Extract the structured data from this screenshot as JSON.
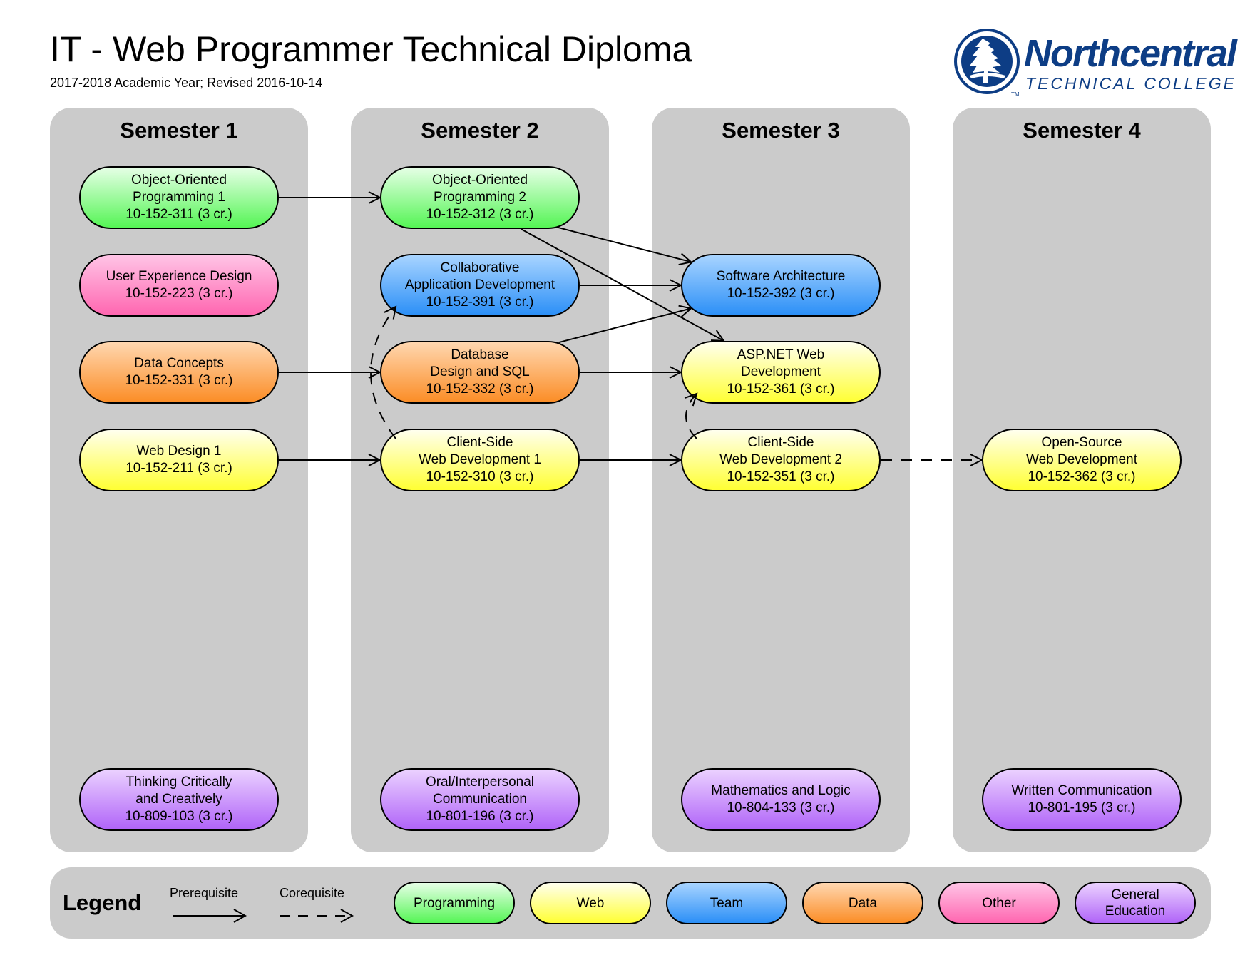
{
  "header": {
    "title": "IT - Web Programmer Technical Diploma",
    "subtitle": "2017-2018 Academic Year; Revised 2016-10-14"
  },
  "logo": {
    "name": "Northcentral",
    "subname": "TECHNICAL COLLEGE",
    "trademark": "TM",
    "color": "#0d3d85"
  },
  "semesters": [
    {
      "label": "Semester 1",
      "courses": [
        {
          "id": "oop1",
          "lines": [
            "Object-Oriented",
            "Programming 1",
            "10-152-311 (3 cr.)"
          ],
          "category": "programming",
          "row": 0
        },
        {
          "id": "uxd",
          "lines": [
            "User Experience Design",
            "10-152-223 (3 cr.)"
          ],
          "category": "other",
          "row": 1
        },
        {
          "id": "datacon",
          "lines": [
            "Data Concepts",
            "10-152-331 (3 cr.)"
          ],
          "category": "data",
          "row": 2
        },
        {
          "id": "webdes1",
          "lines": [
            "Web Design 1",
            "10-152-211 (3 cr.)"
          ],
          "category": "web",
          "row": 3
        },
        {
          "id": "think",
          "lines": [
            "Thinking Critically",
            "and Creatively",
            "10-809-103 (3 cr.)"
          ],
          "category": "gened",
          "row": 4
        }
      ]
    },
    {
      "label": "Semester 2",
      "courses": [
        {
          "id": "oop2",
          "lines": [
            "Object-Oriented",
            "Programming 2",
            "10-152-312 (3 cr.)"
          ],
          "category": "programming",
          "row": 0
        },
        {
          "id": "collab",
          "lines": [
            "Collaborative",
            "Application Development",
            "10-152-391 (3 cr.)"
          ],
          "category": "team",
          "row": 1
        },
        {
          "id": "dbsql",
          "lines": [
            "Database",
            "Design and SQL",
            "10-152-332 (3 cr.)"
          ],
          "category": "data",
          "row": 2
        },
        {
          "id": "csweb1",
          "lines": [
            "Client-Side",
            "Web Development 1",
            "10-152-310 (3 cr.)"
          ],
          "category": "web",
          "row": 3
        },
        {
          "id": "oral",
          "lines": [
            "Oral/Interpersonal",
            "Communication",
            "10-801-196 (3 cr.)"
          ],
          "category": "gened",
          "row": 4
        }
      ]
    },
    {
      "label": "Semester 3",
      "courses": [
        {
          "id": "swarch",
          "lines": [
            "Software Architecture",
            "10-152-392 (3 cr.)"
          ],
          "category": "team",
          "row": 1
        },
        {
          "id": "aspnet",
          "lines": [
            "ASP.NET Web",
            "Development",
            "10-152-361 (3 cr.)"
          ],
          "category": "web",
          "row": 2
        },
        {
          "id": "csweb2",
          "lines": [
            "Client-Side",
            "Web Development 2",
            "10-152-351 (3 cr.)"
          ],
          "category": "web",
          "row": 3
        },
        {
          "id": "math",
          "lines": [
            "Mathematics and Logic",
            "10-804-133 (3 cr.)"
          ],
          "category": "gened",
          "row": 4
        }
      ]
    },
    {
      "label": "Semester 4",
      "courses": [
        {
          "id": "ossweb",
          "lines": [
            "Open-Source",
            "Web Development",
            "10-152-362 (3 cr.)"
          ],
          "category": "web",
          "row": 3
        },
        {
          "id": "written",
          "lines": [
            "Written Communication",
            "10-801-195 (3 cr.)"
          ],
          "category": "gened",
          "row": 4
        }
      ]
    }
  ],
  "relations": [
    {
      "from": "oop1",
      "to": "oop2",
      "type": "prerequisite"
    },
    {
      "from": "datacon",
      "to": "dbsql",
      "type": "prerequisite"
    },
    {
      "from": "webdes1",
      "to": "csweb1",
      "type": "prerequisite"
    },
    {
      "from": "oop2",
      "to": "swarch",
      "type": "prerequisite"
    },
    {
      "from": "oop2",
      "to": "aspnet",
      "type": "prerequisite"
    },
    {
      "from": "collab",
      "to": "swarch",
      "type": "prerequisite"
    },
    {
      "from": "dbsql",
      "to": "swarch",
      "type": "prerequisite"
    },
    {
      "from": "dbsql",
      "to": "aspnet",
      "type": "prerequisite"
    },
    {
      "from": "csweb1",
      "to": "csweb2",
      "type": "prerequisite"
    },
    {
      "from": "csweb1",
      "to": "collab",
      "type": "corequisite"
    },
    {
      "from": "csweb2",
      "to": "aspnet",
      "type": "corequisite"
    },
    {
      "from": "csweb2",
      "to": "ossweb",
      "type": "corequisite"
    }
  ],
  "legend": {
    "title": "Legend",
    "prerequisite_label": "Prerequisite",
    "corequisite_label": "Corequisite",
    "categories": [
      {
        "key": "programming",
        "label": "Programming",
        "color_top": "#e6ffe6",
        "color_bottom": "#55f555"
      },
      {
        "key": "web",
        "label": "Web",
        "color_top": "#ffffee",
        "color_bottom": "#ffff33"
      },
      {
        "key": "team",
        "label": "Team",
        "color_top": "#a8d4ff",
        "color_bottom": "#2b8ff7"
      },
      {
        "key": "data",
        "label": "Data",
        "color_top": "#ffd7b0",
        "color_bottom": "#fb8d26"
      },
      {
        "key": "other",
        "label": "Other",
        "color_top": "#ffc4e6",
        "color_bottom": "#ff66b0"
      },
      {
        "key": "gened",
        "label": "General Education",
        "color_top": "#ebd1ff",
        "color_bottom": "#b064f8"
      }
    ]
  }
}
